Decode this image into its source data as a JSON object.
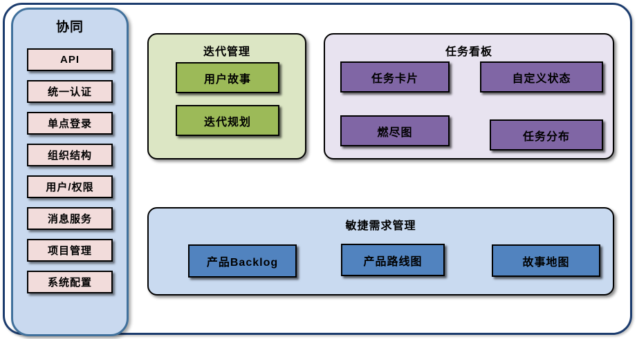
{
  "diagram": {
    "sidebar": {
      "title": "协同",
      "items": [
        "API",
        "统一认证",
        "单点登录",
        "组织结构",
        "用户/权限",
        "消息服务",
        "项目管理",
        "系统配置"
      ],
      "colors": {
        "bg": "#c9d9ef",
        "border": "#41719c",
        "item_bg": "#f2dcdb",
        "item_border": "#000000"
      }
    },
    "groups": {
      "iteration": {
        "title": "迭代管理",
        "items": [
          "用户故事",
          "迭代规划"
        ],
        "colors": {
          "bg": "#dce6c4",
          "item_bg": "#9cba58"
        }
      },
      "taskboard": {
        "title": "任务看板",
        "items": [
          "任务卡片",
          "自定义状态",
          "燃尽图",
          "任务分布"
        ],
        "colors": {
          "bg": "#e8e3f0",
          "item_bg": "#8066a5"
        }
      },
      "requirements": {
        "title": "敏捷需求管理",
        "items": [
          "产品Backlog",
          "产品路线图",
          "故事地图"
        ],
        "colors": {
          "bg": "#c9daf0",
          "item_bg": "#5183bf"
        }
      }
    },
    "frame_border_color": "#1c3c6e"
  }
}
